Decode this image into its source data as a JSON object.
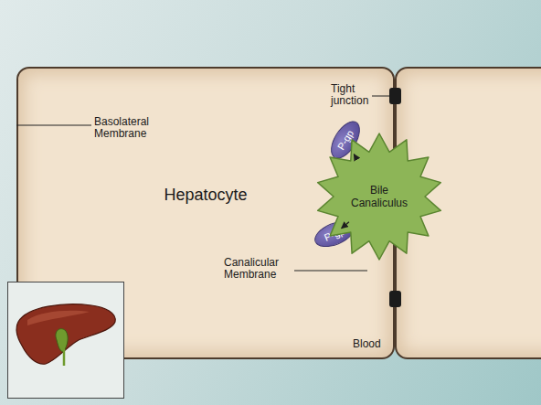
{
  "diagram": {
    "nodes": [
      {
        "text": [
          "Hepatocyte"
        ]
      },
      {
        "text": [
          "P-gp"
        ],
        "in": 0
      },
      {
        "text": [
          "Bile Canaliculus"
        ]
      },
      {
        "text": [
          "P-gp"
        ],
        "in": 0
      }
    ],
    "edges": [
      {
        "from": 1,
        "to": 2,
        "arrow": "to"
      },
      {
        "from": 3,
        "to": 2,
        "arrow": "to"
      }
    ],
    "labels": [
      "Tight junction",
      "Basolateral Membrane",
      "Canalicular Membrane",
      "Blood"
    ]
  }
}
